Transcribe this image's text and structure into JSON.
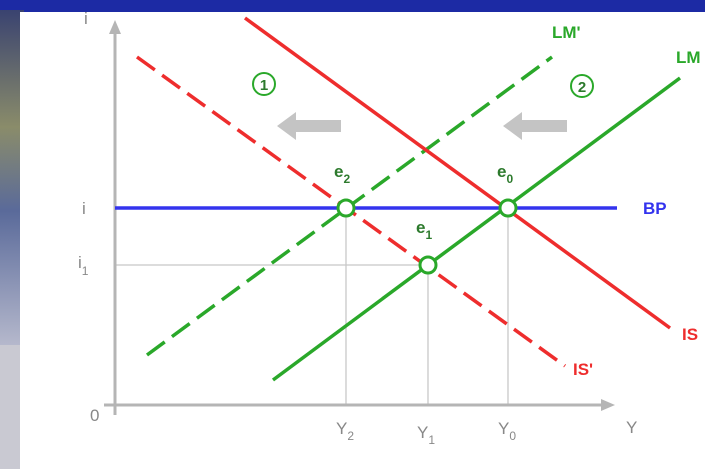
{
  "colors": {
    "frame": "#1c2aa4",
    "panel": "#ffffff",
    "axis": "#b5b5b5",
    "guide": "#c8c8c8",
    "is": "#ee2d2d",
    "lm": "#2aa82a",
    "bp": "#3333ee",
    "arrow": "#c4c4c4",
    "point_fill": "#ffffff",
    "point_stroke": "#2aa82a"
  },
  "axes": {
    "y_axis": {
      "label": "i"
    },
    "x_axis": {
      "label": "Y"
    },
    "origin": "0",
    "y_ticks": [
      {
        "base": "i",
        "sub": ""
      },
      {
        "base": "i",
        "sub": "1"
      }
    ],
    "x_ticks": [
      {
        "base": "Y",
        "sub": "2"
      },
      {
        "base": "Y",
        "sub": "1"
      },
      {
        "base": "Y",
        "sub": "0"
      }
    ]
  },
  "curves": {
    "lm_prime": {
      "label": "LM'",
      "style": "dashed",
      "color_key": "lm"
    },
    "lm": {
      "label": "LM",
      "style": "solid",
      "color_key": "lm"
    },
    "is": {
      "label": "IS",
      "style": "solid",
      "color_key": "is"
    },
    "is_prime": {
      "label": "IS'",
      "style": "dashed",
      "color_key": "is"
    },
    "bp": {
      "label": "BP",
      "style": "solid",
      "color_key": "bp"
    }
  },
  "points": [
    {
      "base": "e",
      "sub": "2"
    },
    {
      "base": "e",
      "sub": "1"
    },
    {
      "base": "e",
      "sub": "0"
    }
  ],
  "steps": [
    {
      "number": "1",
      "arrow": "left-arrow"
    },
    {
      "number": "2",
      "arrow": "left-arrow"
    }
  ]
}
